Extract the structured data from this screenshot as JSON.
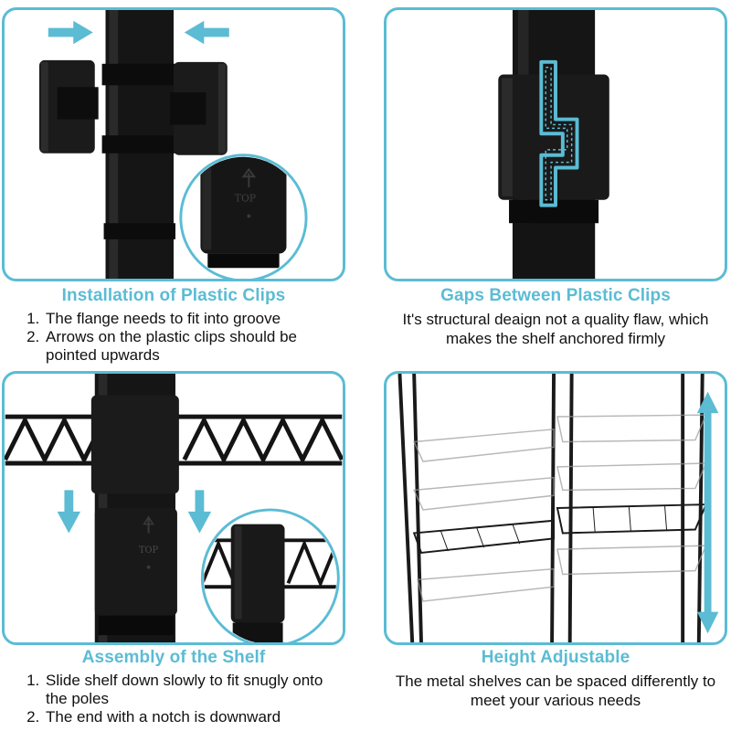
{
  "panels": [
    {
      "title": "Installation of Plastic Clips",
      "steps": [
        "The flange needs to fit into groove",
        "Arrows on the plastic clips should be pointed upwards"
      ],
      "inset_text": "TOP"
    },
    {
      "title": "Gaps Between Plastic Clips",
      "description": "It's structural deaign not a quality flaw, which makes the shelf anchored firmly"
    },
    {
      "title": "Assembly of the Shelf",
      "steps": [
        "Slide shelf down slowly to fit snugly onto the poles",
        "The end with a notch is downward"
      ],
      "clip_text": "TOP"
    },
    {
      "title": "Height Adjustable",
      "description": "The metal shelves can be spaced differently to meet your various needs"
    }
  ],
  "colors": {
    "accent": "#5bbcd4",
    "metal": "#141414",
    "text": "#111111"
  },
  "icons": [
    "arrow-right-icon",
    "arrow-left-icon",
    "arrow-down-icon",
    "double-arrow-vertical-icon"
  ]
}
